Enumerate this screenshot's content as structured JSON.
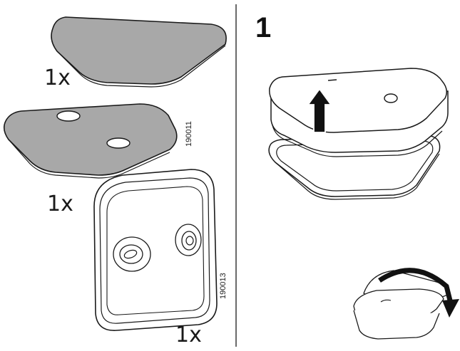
{
  "parts": [
    {
      "quantity": "1x"
    },
    {
      "quantity": "1x",
      "article": "190011"
    },
    {
      "quantity": "1x",
      "article": "190013"
    }
  ],
  "step": {
    "number": "1"
  },
  "colors": {
    "pad_fill": "#a8a8a8",
    "line": "#1a1a1a",
    "paper": "#ffffff"
  }
}
